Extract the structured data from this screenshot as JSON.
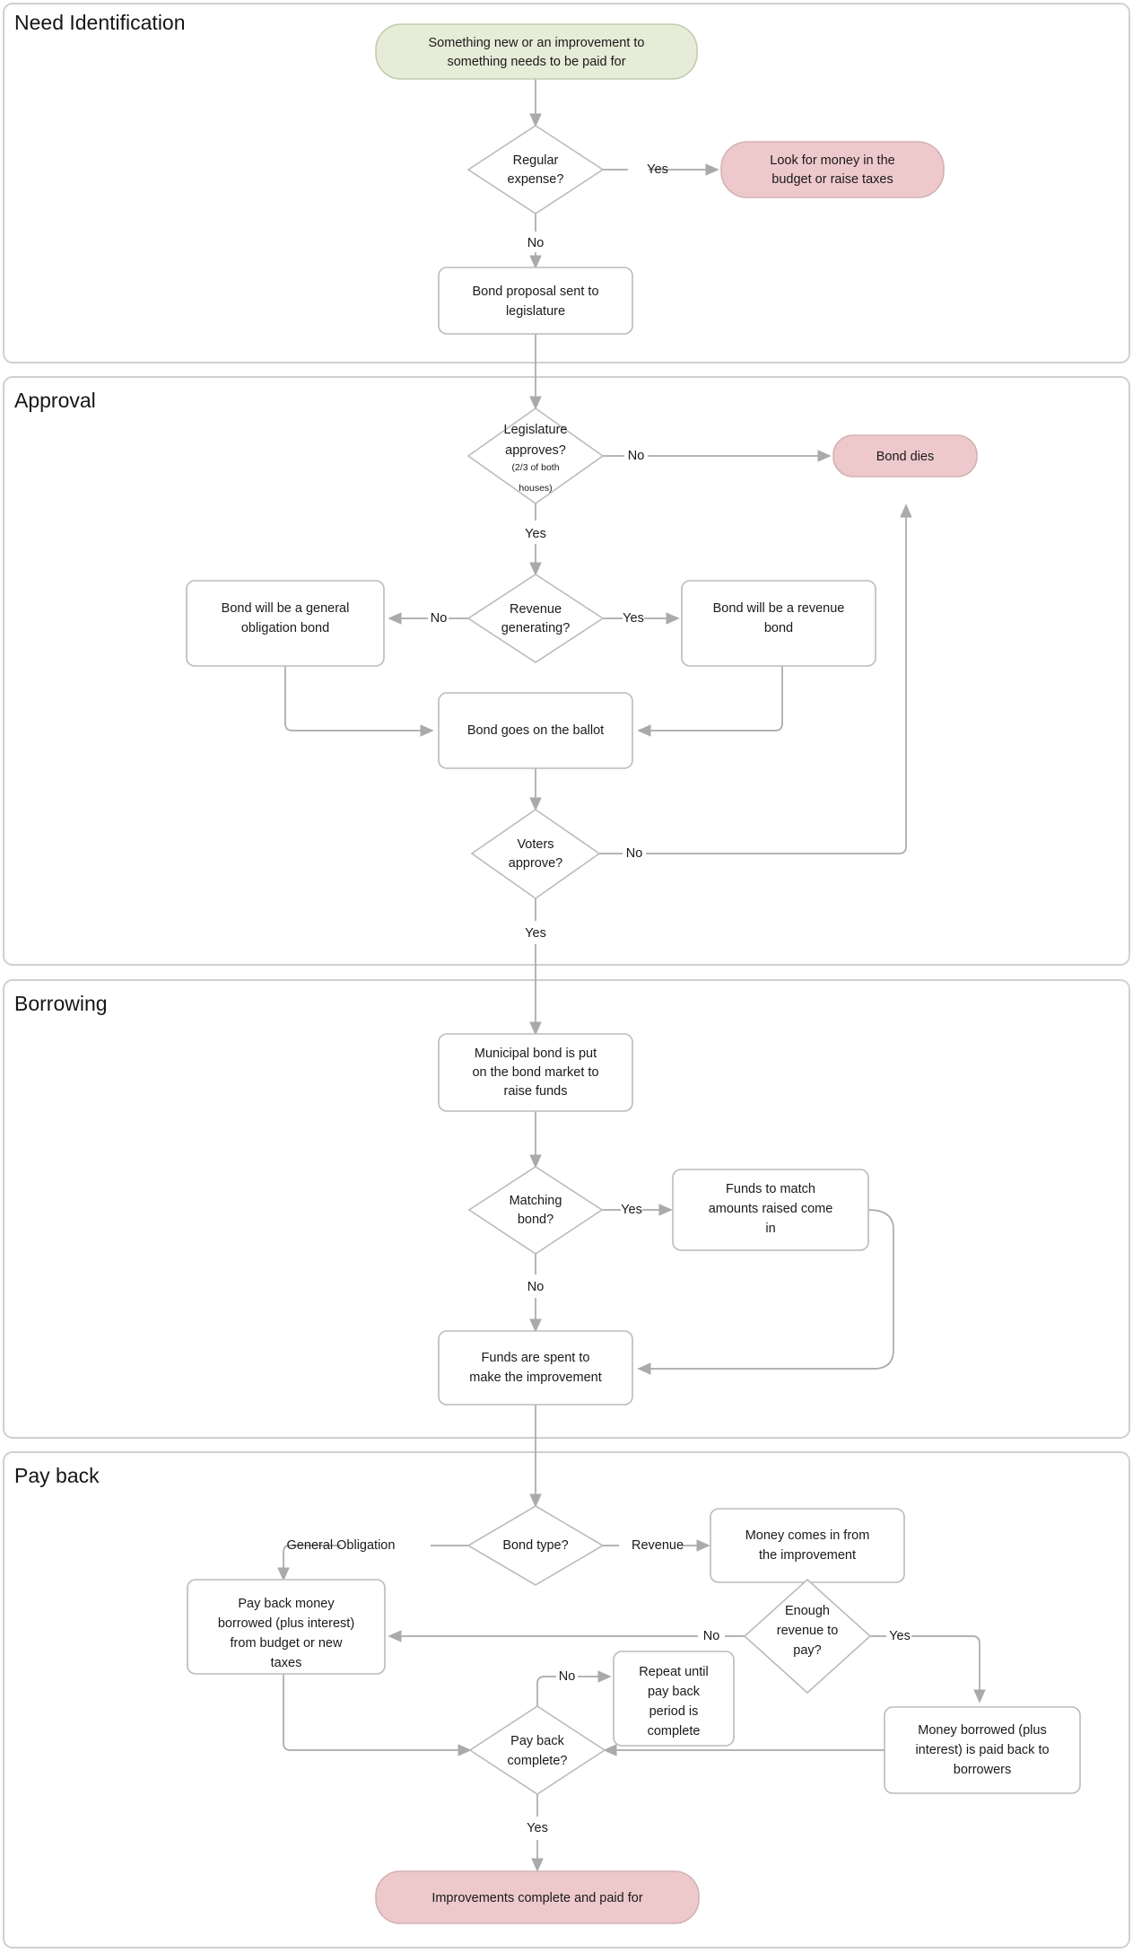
{
  "diagram": {
    "type": "flowchart",
    "title": "Municipal bond lifecycle flowchart",
    "colors": {
      "start_fill": "#e7ecd9",
      "start_stroke": "#c3ccab",
      "terminal_fill": "#eec9cb",
      "terminal_stroke": "#d3b2b4",
      "node_fill": "#ffffff",
      "node_stroke": "#b9bbbd",
      "edge_stroke": "#a8aaac",
      "cluster_stroke": "#cfd0d2",
      "text": "#1a1a1a"
    },
    "clusters": [
      {
        "id": "need",
        "label": "Need Identification"
      },
      {
        "id": "approval",
        "label": "Approval"
      },
      {
        "id": "borrowing",
        "label": "Borrowing"
      },
      {
        "id": "payback",
        "label": "Pay back"
      }
    ],
    "nodes": [
      {
        "id": "n1",
        "shape": "stadium",
        "kind": "start",
        "text": [
          "Something new or an improvement to",
          "something needs to be paid for"
        ]
      },
      {
        "id": "n2",
        "shape": "diamond",
        "kind": "decision",
        "text": [
          "Regular",
          "expense?"
        ]
      },
      {
        "id": "n3",
        "shape": "stadium",
        "kind": "terminal",
        "text": [
          "Look for money in the",
          "budget or raise taxes"
        ]
      },
      {
        "id": "n4",
        "shape": "rect",
        "kind": "process",
        "text": [
          "Bond proposal sent to",
          "legislature"
        ]
      },
      {
        "id": "n5",
        "shape": "diamond",
        "kind": "decision",
        "text": [
          "Legislature",
          "approves?"
        ],
        "subtext": [
          "(2/3 of both",
          "houses)"
        ]
      },
      {
        "id": "n6",
        "shape": "stadium",
        "kind": "terminal",
        "text": [
          "Bond dies"
        ]
      },
      {
        "id": "n7",
        "shape": "diamond",
        "kind": "decision",
        "text": [
          "Revenue",
          "generating?"
        ]
      },
      {
        "id": "n8",
        "shape": "rect",
        "kind": "process",
        "text": [
          "Bond will be a general",
          "obligation bond"
        ]
      },
      {
        "id": "n9",
        "shape": "rect",
        "kind": "process",
        "text": [
          "Bond will be a revenue",
          "bond"
        ]
      },
      {
        "id": "n10",
        "shape": "rect",
        "kind": "process",
        "text": [
          "Bond goes on the ballot"
        ]
      },
      {
        "id": "n11",
        "shape": "diamond",
        "kind": "decision",
        "text": [
          "Voters",
          "approve?"
        ]
      },
      {
        "id": "n12",
        "shape": "rect",
        "kind": "process",
        "text": [
          "Municipal bond is put",
          "on the bond market to",
          "raise funds"
        ]
      },
      {
        "id": "n13",
        "shape": "diamond",
        "kind": "decision",
        "text": [
          "Matching",
          "bond?"
        ]
      },
      {
        "id": "n14",
        "shape": "rect",
        "kind": "process",
        "text": [
          "Funds to match",
          "amounts raised come",
          "in"
        ]
      },
      {
        "id": "n15",
        "shape": "rect",
        "kind": "process",
        "text": [
          "Funds are spent to",
          "make the improvement"
        ]
      },
      {
        "id": "n16",
        "shape": "diamond",
        "kind": "decision",
        "text": [
          "Bond type?"
        ]
      },
      {
        "id": "n17",
        "shape": "rect",
        "kind": "process",
        "text": [
          "Money comes in from",
          "the improvement"
        ]
      },
      {
        "id": "n18",
        "shape": "rect",
        "kind": "process",
        "text": [
          "Pay back money",
          "borrowed (plus interest)",
          "from budget or new",
          "taxes"
        ]
      },
      {
        "id": "n19",
        "shape": "diamond",
        "kind": "decision",
        "text": [
          "Enough",
          "revenue to",
          "pay?"
        ]
      },
      {
        "id": "n20",
        "shape": "rect",
        "kind": "process",
        "text": [
          "Repeat until",
          "pay back",
          "period is",
          "complete"
        ]
      },
      {
        "id": "n21",
        "shape": "rect",
        "kind": "process",
        "text": [
          "Money borrowed (plus",
          "interest) is paid back to",
          "borrowers"
        ]
      },
      {
        "id": "n22",
        "shape": "diamond",
        "kind": "decision",
        "text": [
          "Pay back",
          "complete?"
        ]
      },
      {
        "id": "n23",
        "shape": "stadium",
        "kind": "terminal",
        "text": [
          "Improvements complete and paid for"
        ]
      }
    ],
    "edges": [
      {
        "from": "n1",
        "to": "n2",
        "label": ""
      },
      {
        "from": "n2",
        "to": "n3",
        "label": "Yes"
      },
      {
        "from": "n2",
        "to": "n4",
        "label": "No"
      },
      {
        "from": "n4",
        "to": "n5",
        "label": ""
      },
      {
        "from": "n5",
        "to": "n6",
        "label": "No"
      },
      {
        "from": "n5",
        "to": "n7",
        "label": "Yes"
      },
      {
        "from": "n7",
        "to": "n8",
        "label": "No"
      },
      {
        "from": "n7",
        "to": "n9",
        "label": "Yes"
      },
      {
        "from": "n8",
        "to": "n10",
        "label": ""
      },
      {
        "from": "n9",
        "to": "n10",
        "label": ""
      },
      {
        "from": "n10",
        "to": "n11",
        "label": ""
      },
      {
        "from": "n11",
        "to": "n6",
        "label": "No"
      },
      {
        "from": "n11",
        "to": "n12",
        "label": "Yes"
      },
      {
        "from": "n12",
        "to": "n13",
        "label": ""
      },
      {
        "from": "n13",
        "to": "n14",
        "label": "Yes"
      },
      {
        "from": "n13",
        "to": "n15",
        "label": "No"
      },
      {
        "from": "n14",
        "to": "n15",
        "label": ""
      },
      {
        "from": "n15",
        "to": "n16",
        "label": ""
      },
      {
        "from": "n16",
        "to": "n18",
        "label": "General Obligation"
      },
      {
        "from": "n16",
        "to": "n17",
        "label": "Revenue"
      },
      {
        "from": "n17",
        "to": "n19",
        "label": ""
      },
      {
        "from": "n19",
        "to": "n18",
        "label": "No"
      },
      {
        "from": "n19",
        "to": "n21",
        "label": "Yes"
      },
      {
        "from": "n18",
        "to": "n22",
        "label": ""
      },
      {
        "from": "n21",
        "to": "n22",
        "label": ""
      },
      {
        "from": "n22",
        "to": "n20",
        "label": "No"
      },
      {
        "from": "n22",
        "to": "n23",
        "label": "Yes"
      }
    ],
    "edge_labels": {
      "e1": "Yes",
      "e2": "No",
      "e3": "No",
      "e4": "Yes",
      "e5": "No",
      "e6": "Yes",
      "e7": "No",
      "e8": "Yes",
      "e9": "Yes",
      "e10": "No",
      "e11": "General Obligation",
      "e12": "Revenue",
      "e13": "No",
      "e14": "Yes",
      "e15": "No",
      "e16": "Yes"
    }
  }
}
